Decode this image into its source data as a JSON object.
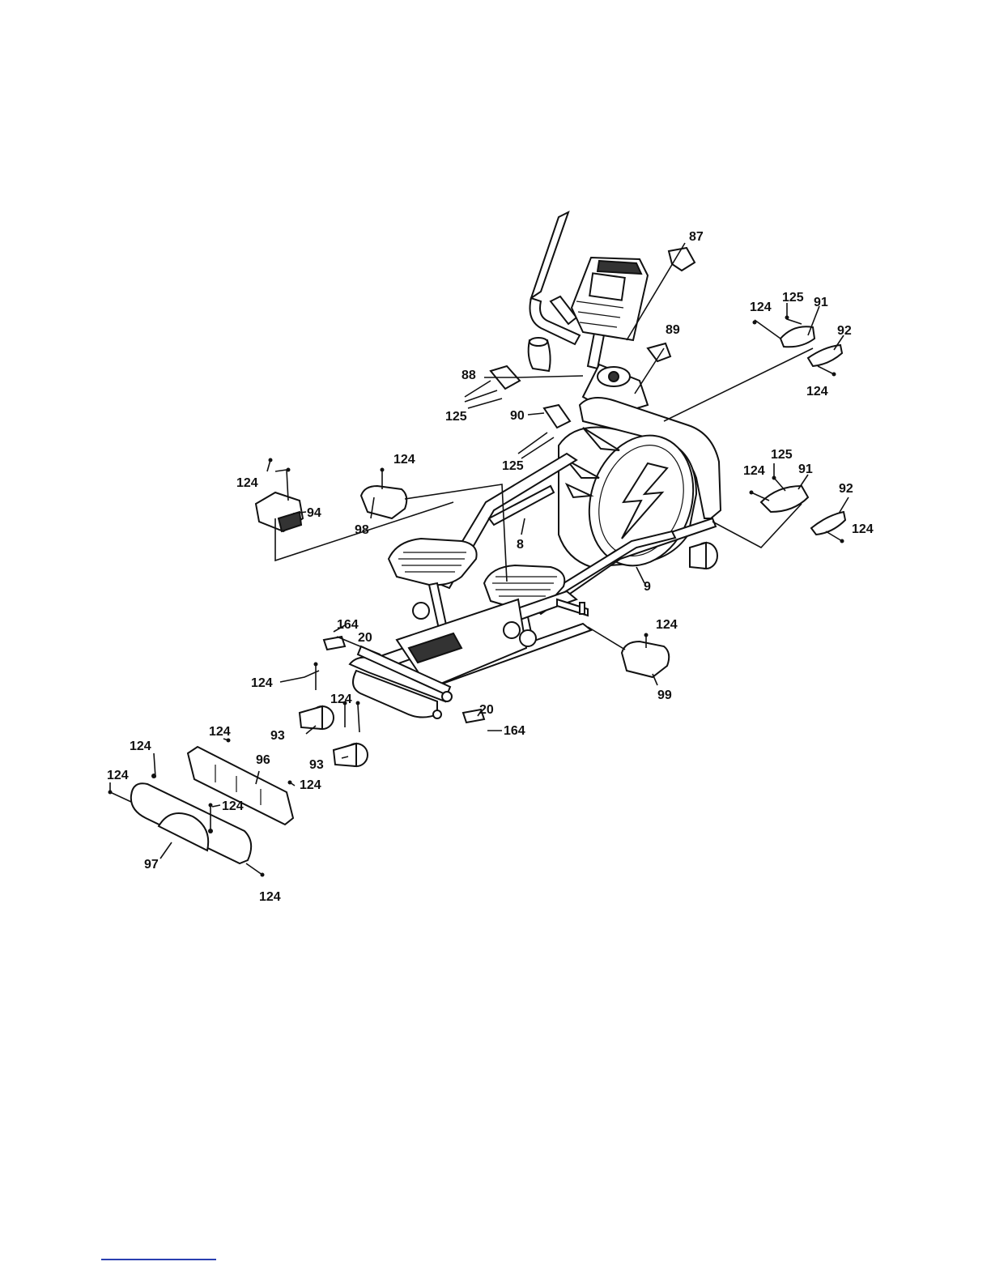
{
  "diagram": {
    "labels": [
      {
        "id": "l87",
        "text": "87"
      },
      {
        "id": "l125a",
        "text": "125"
      },
      {
        "id": "l91a",
        "text": "91"
      },
      {
        "id": "l124a",
        "text": "124"
      },
      {
        "id": "l89",
        "text": "89"
      },
      {
        "id": "l92a",
        "text": "92"
      },
      {
        "id": "l88",
        "text": "88"
      },
      {
        "id": "l124b",
        "text": "124"
      },
      {
        "id": "l125b",
        "text": "125"
      },
      {
        "id": "l90",
        "text": "90"
      },
      {
        "id": "l125c",
        "text": "125"
      },
      {
        "id": "l125d",
        "text": "125"
      },
      {
        "id": "l124c",
        "text": "124"
      },
      {
        "id": "l91b",
        "text": "91"
      },
      {
        "id": "l124d",
        "text": "124"
      },
      {
        "id": "l124e",
        "text": "124"
      },
      {
        "id": "l92b",
        "text": "92"
      },
      {
        "id": "l94",
        "text": "94"
      },
      {
        "id": "l98",
        "text": "98"
      },
      {
        "id": "l8",
        "text": "8"
      },
      {
        "id": "l124f",
        "text": "124"
      },
      {
        "id": "l9",
        "text": "9"
      },
      {
        "id": "l164a",
        "text": "164"
      },
      {
        "id": "l20a",
        "text": "20"
      },
      {
        "id": "l124g",
        "text": "124"
      },
      {
        "id": "l124h",
        "text": "124"
      },
      {
        "id": "l99",
        "text": "99"
      },
      {
        "id": "l124i",
        "text": "124"
      },
      {
        "id": "l20b",
        "text": "20"
      },
      {
        "id": "l93a",
        "text": "93"
      },
      {
        "id": "l164b",
        "text": "164"
      },
      {
        "id": "l124j",
        "text": "124"
      },
      {
        "id": "l124k",
        "text": "124"
      },
      {
        "id": "l96",
        "text": "96"
      },
      {
        "id": "l93b",
        "text": "93"
      },
      {
        "id": "l124l",
        "text": "124"
      },
      {
        "id": "l124m",
        "text": "124"
      },
      {
        "id": "l124n",
        "text": "124"
      },
      {
        "id": "l97",
        "text": "97"
      },
      {
        "id": "l124o",
        "text": "124"
      }
    ]
  }
}
